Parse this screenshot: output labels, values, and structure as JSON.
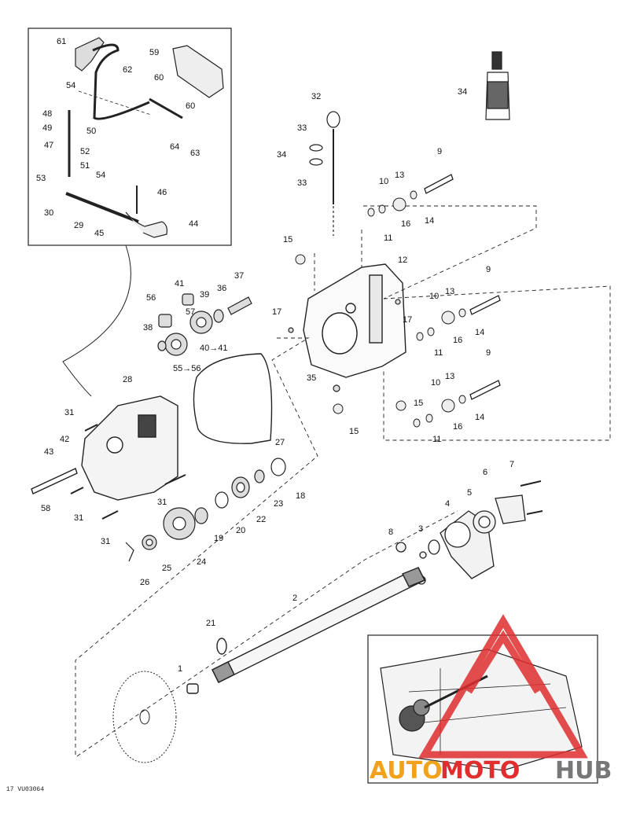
{
  "diagram_code": "17 VU03064",
  "watermark": {
    "text_a": "AUTO",
    "text_b": "MOTO",
    "text_c": "HUB",
    "color_a": "#f2a21a",
    "color_b": "#e02e2e",
    "color_c": "#777777"
  },
  "callouts": [
    {
      "id": "c61",
      "text": "61"
    },
    {
      "id": "c59",
      "text": "59"
    },
    {
      "id": "c62",
      "text": "62"
    },
    {
      "id": "c60a",
      "text": "60"
    },
    {
      "id": "c54a",
      "text": "54"
    },
    {
      "id": "c48",
      "text": "48"
    },
    {
      "id": "c49",
      "text": "49"
    },
    {
      "id": "c50",
      "text": "50"
    },
    {
      "id": "c60b",
      "text": "60"
    },
    {
      "id": "c64",
      "text": "64"
    },
    {
      "id": "c63a",
      "text": "63"
    },
    {
      "id": "c47",
      "text": "47"
    },
    {
      "id": "c52",
      "text": "52"
    },
    {
      "id": "c51",
      "text": "51"
    },
    {
      "id": "c53",
      "text": "53"
    },
    {
      "id": "c54b",
      "text": "54"
    },
    {
      "id": "c46",
      "text": "46"
    },
    {
      "id": "c30",
      "text": "30"
    },
    {
      "id": "c29",
      "text": "29"
    },
    {
      "id": "c45",
      "text": "45"
    },
    {
      "id": "c44",
      "text": "44"
    },
    {
      "id": "c32",
      "text": "32"
    },
    {
      "id": "c33a",
      "text": "33"
    },
    {
      "id": "c34a",
      "text": "34"
    },
    {
      "id": "c33b",
      "text": "33"
    },
    {
      "id": "c34b",
      "text": "34"
    },
    {
      "id": "c9a",
      "text": "9"
    },
    {
      "id": "c13a",
      "text": "13"
    },
    {
      "id": "c10a",
      "text": "10"
    },
    {
      "id": "c16a",
      "text": "16"
    },
    {
      "id": "c14a",
      "text": "14"
    },
    {
      "id": "c11a",
      "text": "11"
    },
    {
      "id": "c15a",
      "text": "15"
    },
    {
      "id": "c12",
      "text": "12"
    },
    {
      "id": "c9b",
      "text": "9"
    },
    {
      "id": "c13b",
      "text": "13"
    },
    {
      "id": "c10b",
      "text": "10"
    },
    {
      "id": "c17a",
      "text": "17"
    },
    {
      "id": "c17b",
      "text": "17"
    },
    {
      "id": "c16b",
      "text": "16"
    },
    {
      "id": "c14b",
      "text": "14"
    },
    {
      "id": "c11b",
      "text": "11"
    },
    {
      "id": "c9c",
      "text": "9"
    },
    {
      "id": "c13c",
      "text": "13"
    },
    {
      "id": "c10c",
      "text": "10"
    },
    {
      "id": "c35",
      "text": "35"
    },
    {
      "id": "c15b",
      "text": "15"
    },
    {
      "id": "c15c",
      "text": "15"
    },
    {
      "id": "c16c",
      "text": "16"
    },
    {
      "id": "c14c",
      "text": "14"
    },
    {
      "id": "c11c",
      "text": "11"
    },
    {
      "id": "c41",
      "text": "41"
    },
    {
      "id": "c37",
      "text": "37"
    },
    {
      "id": "c56",
      "text": "56"
    },
    {
      "id": "c39",
      "text": "39"
    },
    {
      "id": "c36",
      "text": "36"
    },
    {
      "id": "c57",
      "text": "57"
    },
    {
      "id": "c38",
      "text": "38"
    },
    {
      "id": "c40to41",
      "text": "40→41"
    },
    {
      "id": "c55to56",
      "text": "55→56"
    },
    {
      "id": "c28",
      "text": "28"
    },
    {
      "id": "c31a",
      "text": "31"
    },
    {
      "id": "c42",
      "text": "42"
    },
    {
      "id": "c43",
      "text": "43"
    },
    {
      "id": "c58",
      "text": "58"
    },
    {
      "id": "c31b",
      "text": "31"
    },
    {
      "id": "c31c",
      "text": "31"
    },
    {
      "id": "c31d",
      "text": "31"
    },
    {
      "id": "c27",
      "text": "27"
    },
    {
      "id": "c18",
      "text": "18"
    },
    {
      "id": "c23",
      "text": "23"
    },
    {
      "id": "c22",
      "text": "22"
    },
    {
      "id": "c20",
      "text": "20"
    },
    {
      "id": "c19",
      "text": "19"
    },
    {
      "id": "c24",
      "text": "24"
    },
    {
      "id": "c25",
      "text": "25"
    },
    {
      "id": "c26",
      "text": "26"
    },
    {
      "id": "c7",
      "text": "7"
    },
    {
      "id": "c6",
      "text": "6"
    },
    {
      "id": "c5",
      "text": "5"
    },
    {
      "id": "c4",
      "text": "4"
    },
    {
      "id": "c3",
      "text": "3"
    },
    {
      "id": "c8",
      "text": "8"
    },
    {
      "id": "c2",
      "text": "2"
    },
    {
      "id": "c21",
      "text": "21"
    },
    {
      "id": "c1",
      "text": "1"
    }
  ]
}
